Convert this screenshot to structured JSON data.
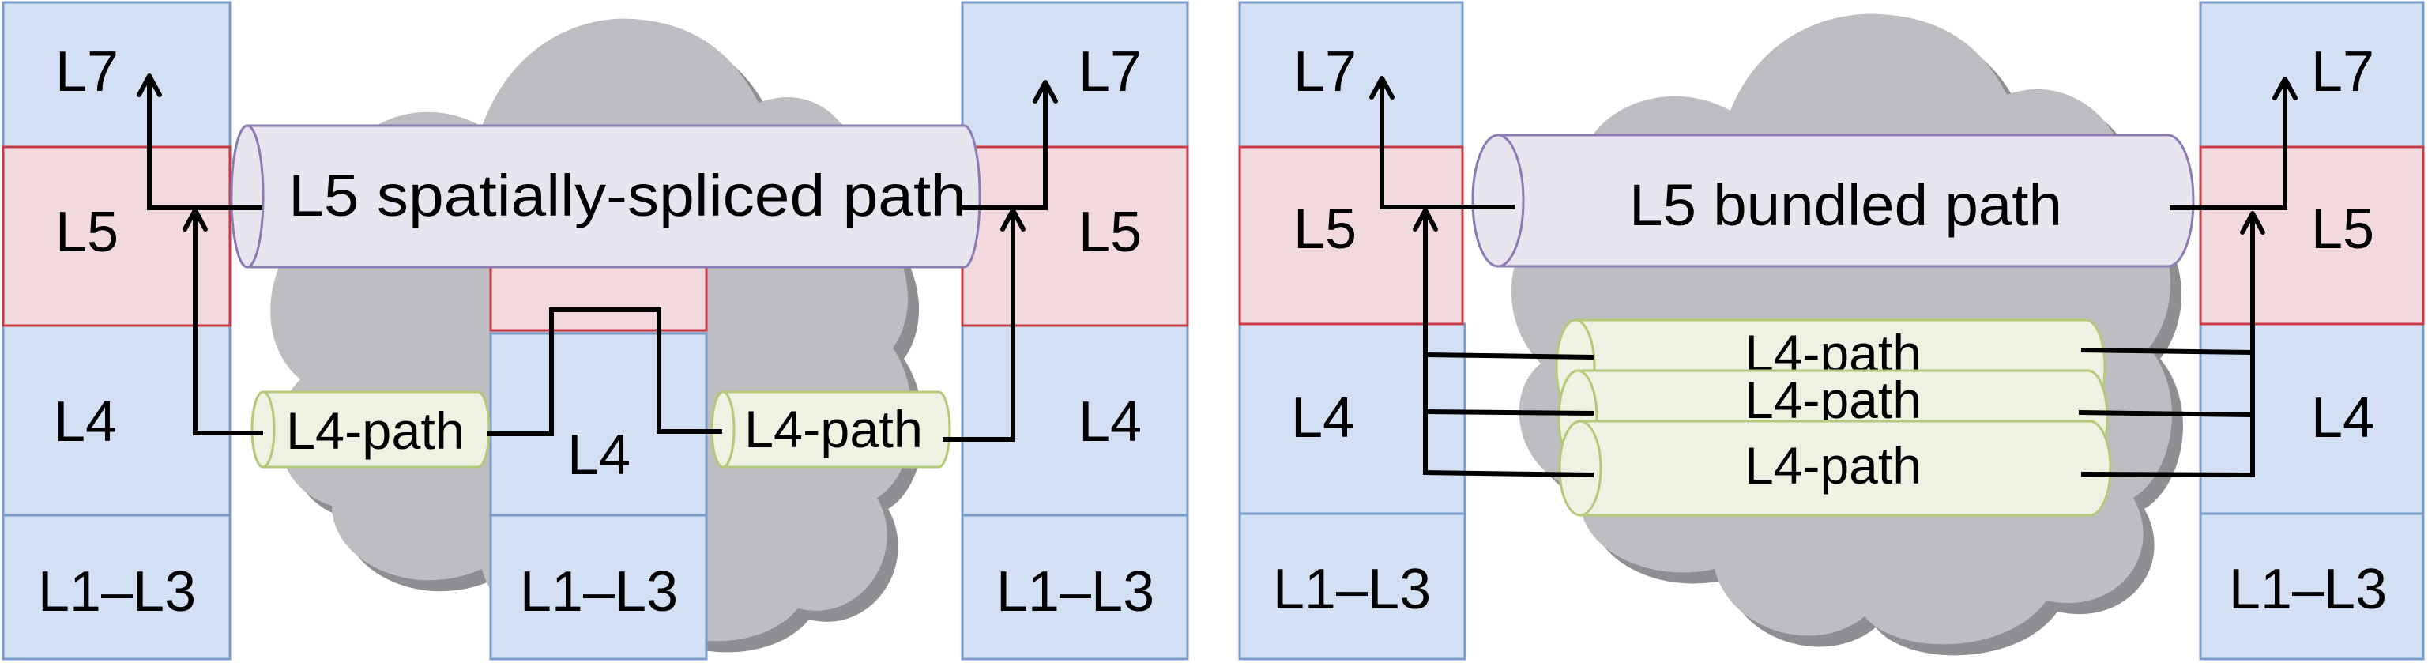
{
  "diagrams": {
    "spliced": {
      "left_stack": {
        "layers": [
          "L7",
          "L5",
          "L4",
          "L1–L3"
        ]
      },
      "middle_stack": {
        "layers": [
          "L4",
          "L1–L3"
        ]
      },
      "right_stack": {
        "layers": [
          "L7",
          "L5",
          "L4",
          "L1–L3"
        ]
      },
      "l5_path_label": "L5 spatially-spliced path",
      "l4_path_labels": [
        "L4-path",
        "L4-path"
      ]
    },
    "bundled": {
      "left_stack": {
        "layers": [
          "L7",
          "L5",
          "L4",
          "L1–L3"
        ]
      },
      "right_stack": {
        "layers": [
          "L7",
          "L5",
          "L4",
          "L1–L3"
        ]
      },
      "l5_path_label": "L5 bundled path",
      "l4_path_labels": [
        "L4-path",
        "L4-path",
        "L4-path"
      ]
    }
  },
  "colors": {
    "layer_blue_fill": "#d3dff2",
    "layer_blue_stroke": "#7a9ccb",
    "layer_l5_fill": "#f2d9dd",
    "layer_l5_stroke": "#c63b45",
    "l5_pipe_fill": "#e8e5ef",
    "l5_pipe_stroke": "#8b7db3",
    "l4_pipe_fill": "#eff1e3",
    "l4_pipe_stroke": "#b5c97a",
    "cloud": "#bebdc1",
    "cloud_shadow": "#8f8e93"
  }
}
